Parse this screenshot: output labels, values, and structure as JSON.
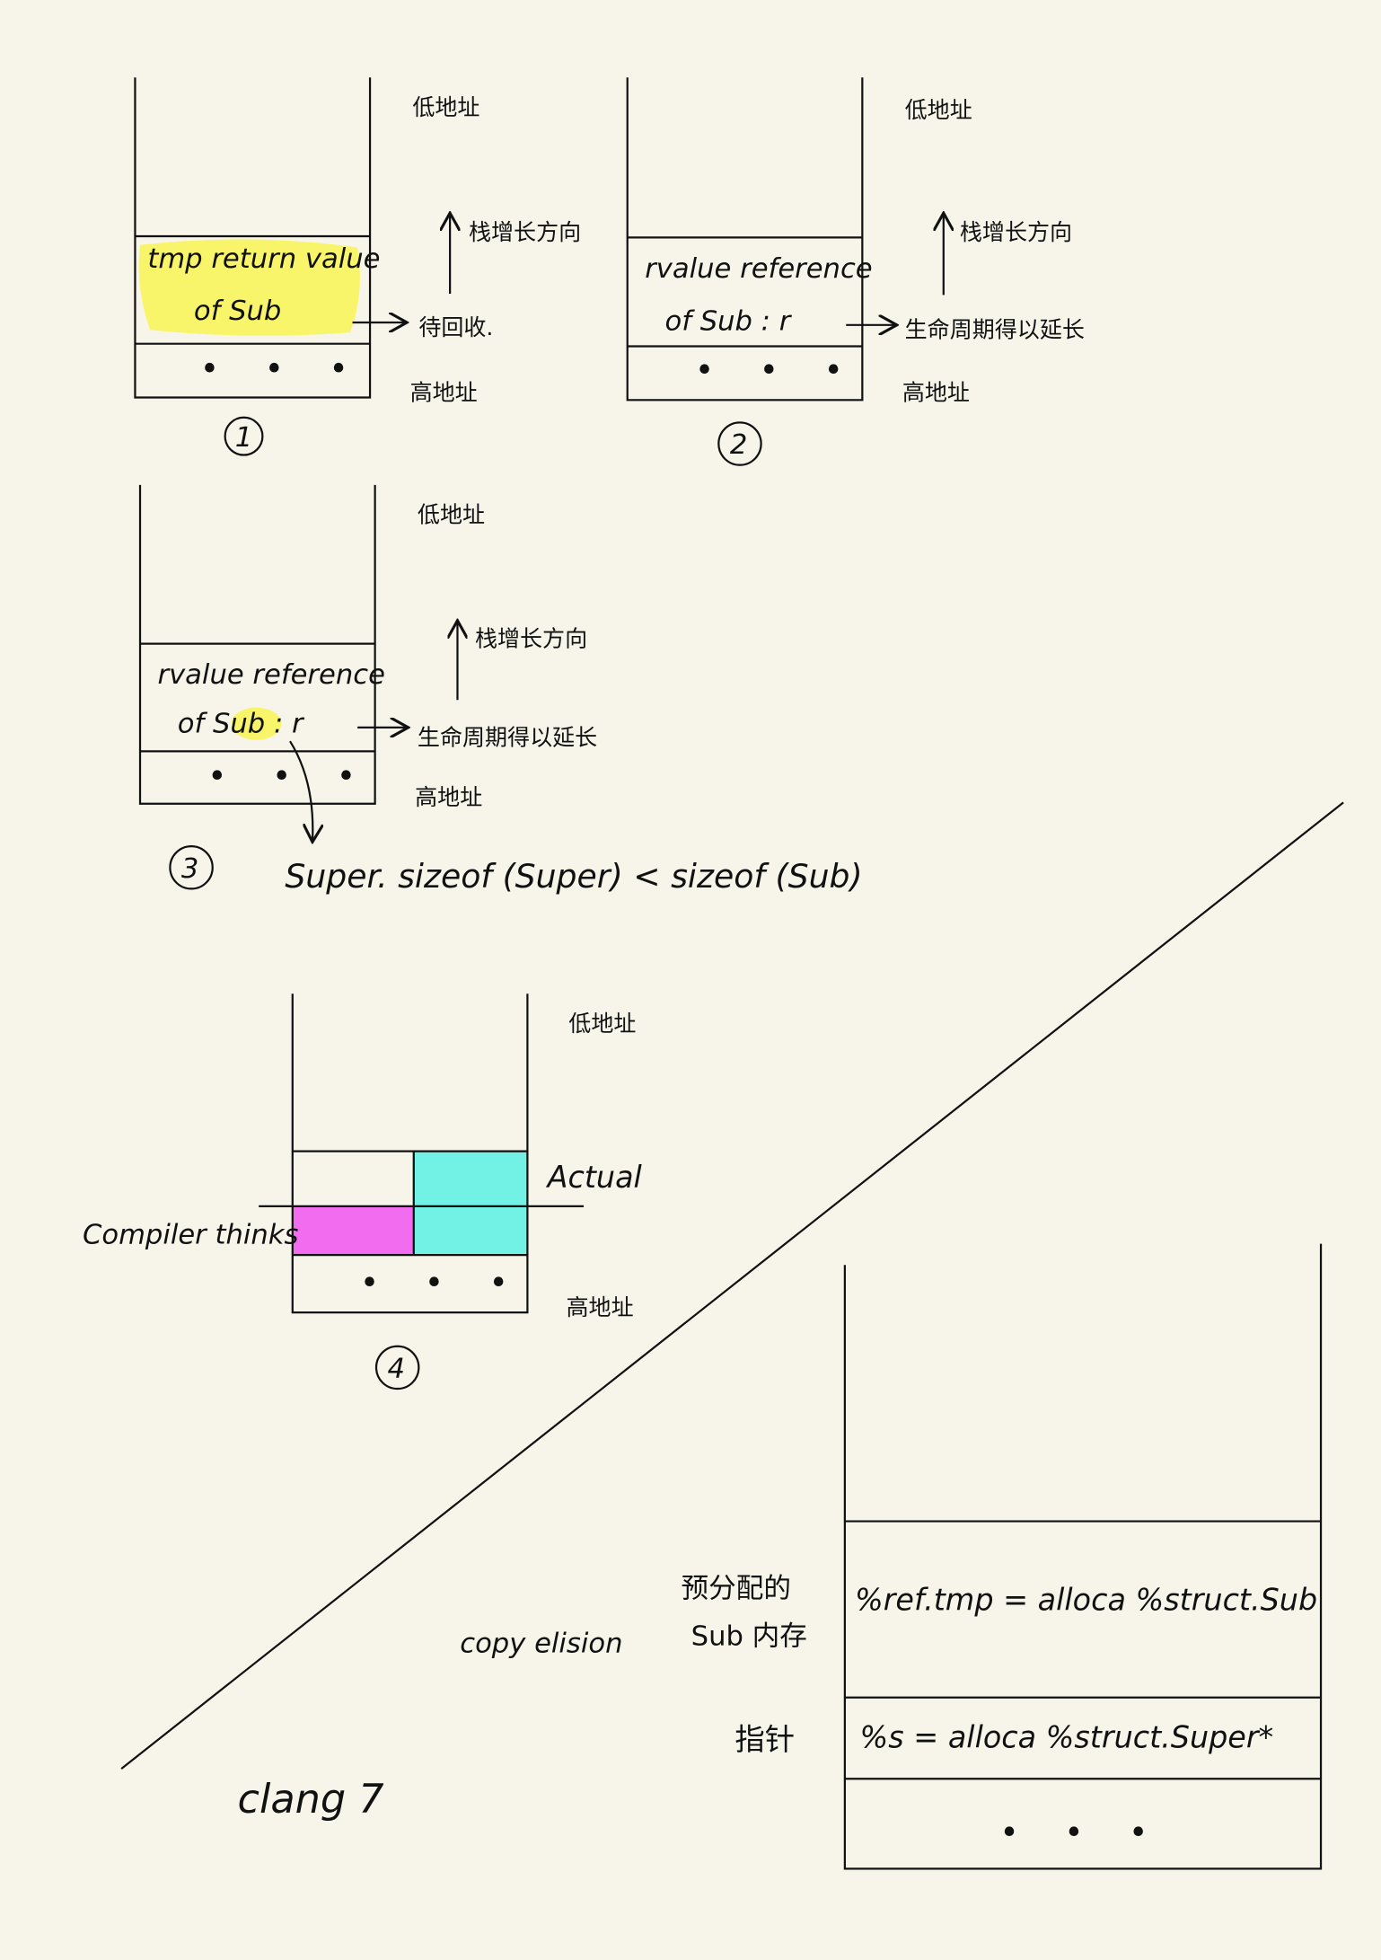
{
  "labels": {
    "low_addr": "低地址",
    "high_addr": "高地址",
    "growth": "栈增长方向",
    "dots": "• • •"
  },
  "colors": {
    "background": "#f7f5ea",
    "highlight_yellow": "#f8f56a",
    "magenta": "#f26cf0",
    "cyan": "#72f2e4"
  },
  "diagram1": {
    "line1": "tmp return value",
    "line2": "of Sub",
    "note": "待回收.",
    "number": "1"
  },
  "diagram2": {
    "line1": "rvalue reference",
    "line2": "of Sub : r",
    "note": "生命周期得以延长",
    "number": "2"
  },
  "diagram3": {
    "line1": "rvalue reference",
    "line2": "of Sub : r",
    "note": "生命周期得以延长",
    "number": "3",
    "formula": "Super.  sizeof (Super) < sizeof (Sub)"
  },
  "diagram4": {
    "actual": "Actual",
    "compiler": "Compiler thinks",
    "number": "4"
  },
  "diagram5": {
    "title": "copy elision",
    "compiler": "clang 7",
    "row1_label_a": "预分配的",
    "row1_label_b": "Sub 内存",
    "row1_code": "%ref.tmp = alloca %struct.Sub",
    "row2_label": "指针",
    "row2_code": "%s = alloca %struct.Super*"
  }
}
